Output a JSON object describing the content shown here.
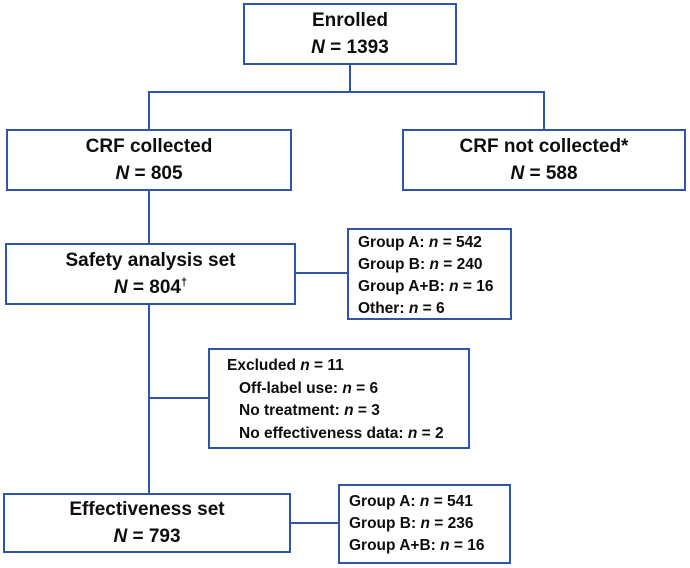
{
  "colors": {
    "box_border": "#2f55a8",
    "connector": "#2f55a8",
    "text": "#0d0d0d",
    "background": "#ffffff"
  },
  "boxes": {
    "enrolled": {
      "title": "Enrolled",
      "n_label": "N",
      "n_value": "= 1393"
    },
    "crf_collected": {
      "title": "CRF collected",
      "n_label": "N",
      "n_value": "= 805"
    },
    "crf_not_collected": {
      "title": "CRF not collected*",
      "n_label": "N",
      "n_value": "= 588"
    },
    "safety": {
      "title": "Safety analysis set",
      "n_label": "N",
      "n_value": "= 804",
      "sup": "†"
    },
    "effectiveness": {
      "title": "Effectiveness set",
      "n_label": "N",
      "n_value": "= 793"
    },
    "safety_groups": {
      "lines": [
        {
          "prefix": "Group A:",
          "n": "n",
          "value": "= 542"
        },
        {
          "prefix": "Group B:",
          "n": "n",
          "value": "= 240"
        },
        {
          "prefix": "Group A+B:",
          "n": "n",
          "value": "= 16"
        },
        {
          "prefix": "Other:",
          "n": "n",
          "value": "= 6"
        }
      ]
    },
    "excluded": {
      "lines": [
        {
          "prefix": "Excluded",
          "n": "n",
          "value": "= 11"
        },
        {
          "prefix": "Off-label use:",
          "n": "n",
          "value": "= 6"
        },
        {
          "prefix": "No treatment:",
          "n": "n",
          "value": "= 3"
        },
        {
          "prefix": "No effectiveness data:",
          "n": "n",
          "value": "= 2"
        }
      ]
    },
    "effectiveness_groups": {
      "lines": [
        {
          "prefix": "Group A:",
          "n": "n",
          "value": "= 541"
        },
        {
          "prefix": "Group B:",
          "n": "n",
          "value": "= 236"
        },
        {
          "prefix": "Group A+B:",
          "n": "n",
          "value": "= 16"
        }
      ]
    }
  }
}
